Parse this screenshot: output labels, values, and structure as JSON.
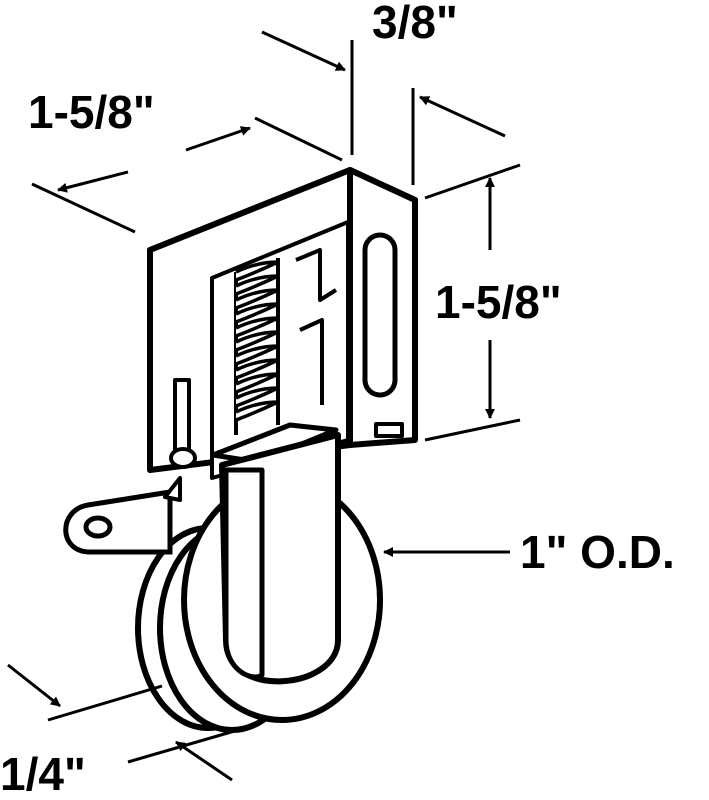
{
  "labels": {
    "depth": "3/8\"",
    "width": "1-5/8\"",
    "height": "1-5/8\"",
    "wheel_diameter": "1\" O.D.",
    "wheel_thickness": "1/4\""
  },
  "colors": {
    "stroke": "#000000",
    "fill": "#ffffff"
  }
}
